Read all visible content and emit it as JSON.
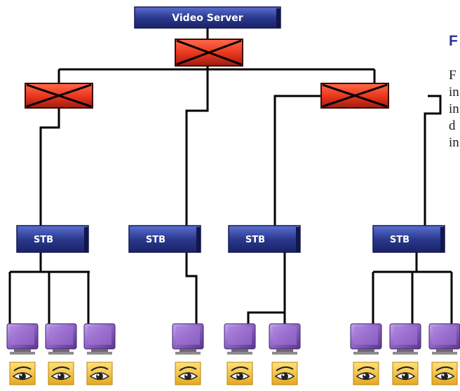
{
  "server": {
    "label": "Video Server"
  },
  "stb": {
    "label": "STB"
  },
  "side": {
    "heading": "F",
    "lines": [
      "F",
      "in",
      "in",
      "d",
      "in"
    ]
  },
  "colors": {
    "box_blue": "#2b3a8f",
    "box_dark": "#1a2266",
    "switch_red": "#e8341c",
    "switch_dark": "#8a1a10",
    "tv_purple": "#8e5fc4",
    "tv_dark": "#5b3590",
    "eye_bg": "#f2c230",
    "line": "#000000",
    "heading": "#2a3590"
  },
  "icons": {
    "switch": "crossed-switch-icon",
    "tv": "monitor-icon",
    "viewer": "eye-icon"
  }
}
